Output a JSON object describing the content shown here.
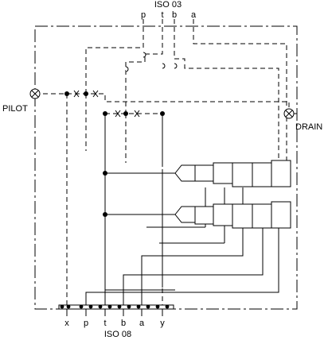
{
  "header": {
    "title": "ISO 03"
  },
  "footer": {
    "title": "ISO 08"
  },
  "side_labels": {
    "pilot": "PILOT",
    "drain": "DRAIN"
  },
  "top_ports": [
    "p",
    "t",
    "b",
    "a"
  ],
  "bottom_ports": [
    "x",
    "p",
    "t",
    "b",
    "a",
    "y"
  ]
}
